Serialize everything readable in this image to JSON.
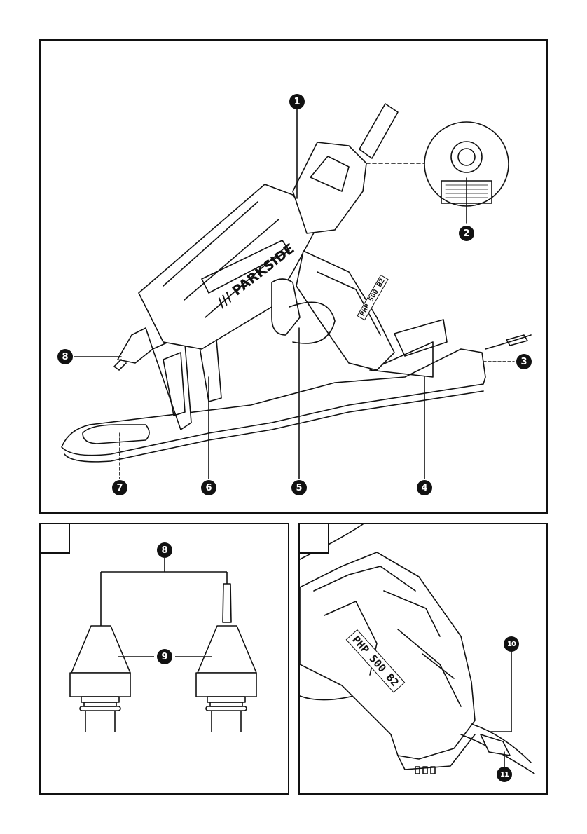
{
  "figure1": {
    "brand": "/// PARKSIDE",
    "model": "PHP 500 B2",
    "markers": [
      "1",
      "2",
      "3",
      "4",
      "5",
      "6",
      "7",
      "8"
    ]
  },
  "figure2": {
    "markers": [
      "8",
      "9"
    ]
  },
  "figure3": {
    "model": "PHP 500 B2",
    "markers": [
      "10",
      "11"
    ]
  }
}
